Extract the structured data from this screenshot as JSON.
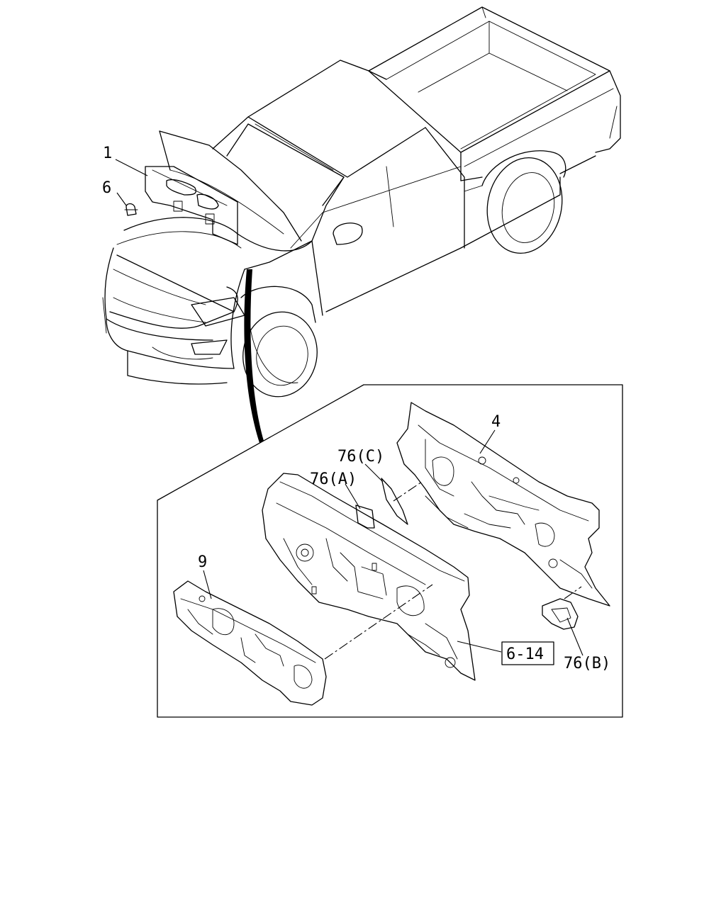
{
  "diagram": {
    "callouts": {
      "part_1": "1",
      "part_6": "6",
      "part_4": "4",
      "part_76c": "76(C)",
      "part_76a": "76(A)",
      "part_9": "9",
      "part_76b": "76(B)",
      "ref_box": "6-14"
    }
  }
}
